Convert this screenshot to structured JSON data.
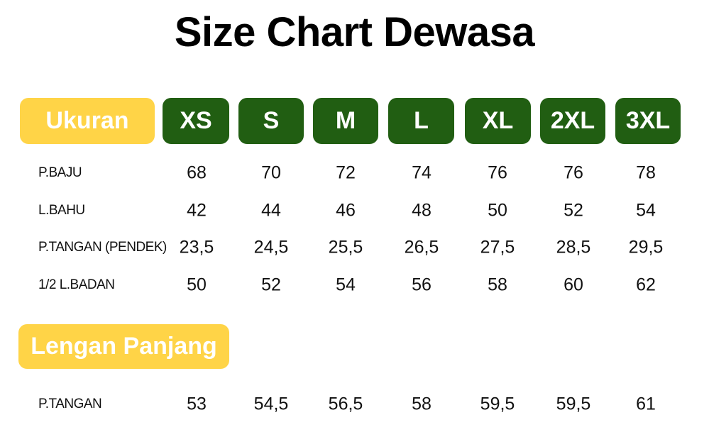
{
  "title": "Size Chart Dewasa",
  "header_label": "Ukuran",
  "sizes": [
    "XS",
    "S",
    "M",
    "L",
    "XL",
    "2XL",
    "3XL"
  ],
  "rows": [
    {
      "label": "P.BAJU",
      "values": [
        "68",
        "70",
        "72",
        "74",
        "76",
        "76",
        "78"
      ]
    },
    {
      "label": "L.BAHU",
      "values": [
        "42",
        "44",
        "46",
        "48",
        "50",
        "52",
        "54"
      ]
    },
    {
      "label": "P.TANGAN (PENDEK)",
      "values": [
        "23,5",
        "24,5",
        "25,5",
        "26,5",
        "27,5",
        "28,5",
        "29,5"
      ]
    },
    {
      "label": "1/2 L.BADAN",
      "values": [
        "50",
        "52",
        "54",
        "56",
        "58",
        "60",
        "62"
      ]
    }
  ],
  "long_sleeve": {
    "label": "Lengan Panjang",
    "rows": [
      {
        "label": "P.TANGAN",
        "values": [
          "53",
          "54,5",
          "56,5",
          "58",
          "59,5",
          "59,5",
          "61"
        ]
      }
    ]
  },
  "colors": {
    "yellow": "#FFD447",
    "green": "#215E12"
  }
}
